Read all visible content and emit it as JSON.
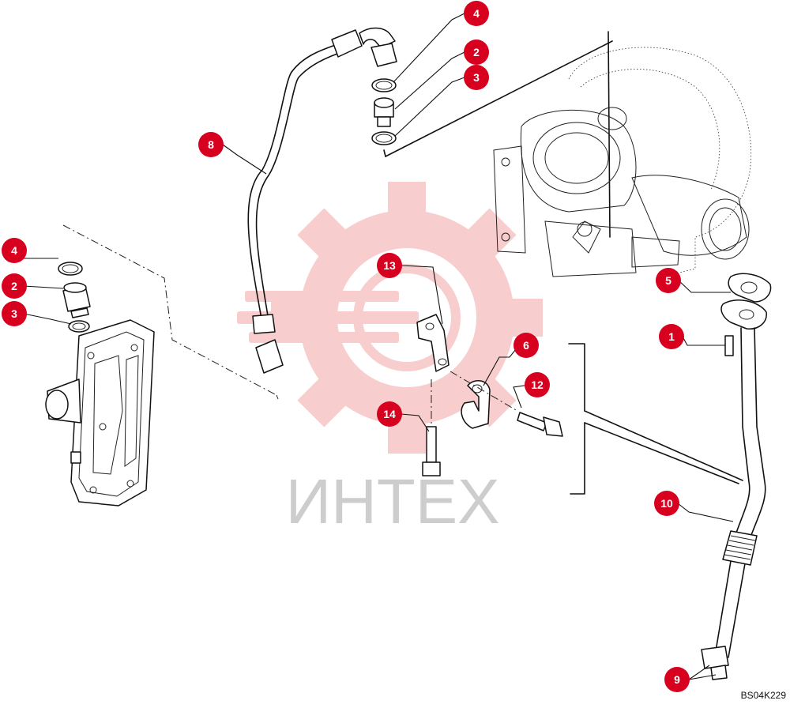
{
  "watermark": {
    "text": "ИНТЕХ",
    "gear_color": "#f4a6a6",
    "text_color": "#c8c8c8"
  },
  "drawing_code": "BS04K229",
  "callout_color": "#d7001e",
  "callouts": {
    "c4_top": "4",
    "c2_top": "2",
    "c3_top": "3",
    "c8": "8",
    "c4_left": "4",
    "c2_left": "2",
    "c3_left": "3",
    "c13": "13",
    "c6": "6",
    "c12": "12",
    "c14": "14",
    "c5": "5",
    "c1": "1",
    "c10": "10",
    "c9": "9"
  }
}
